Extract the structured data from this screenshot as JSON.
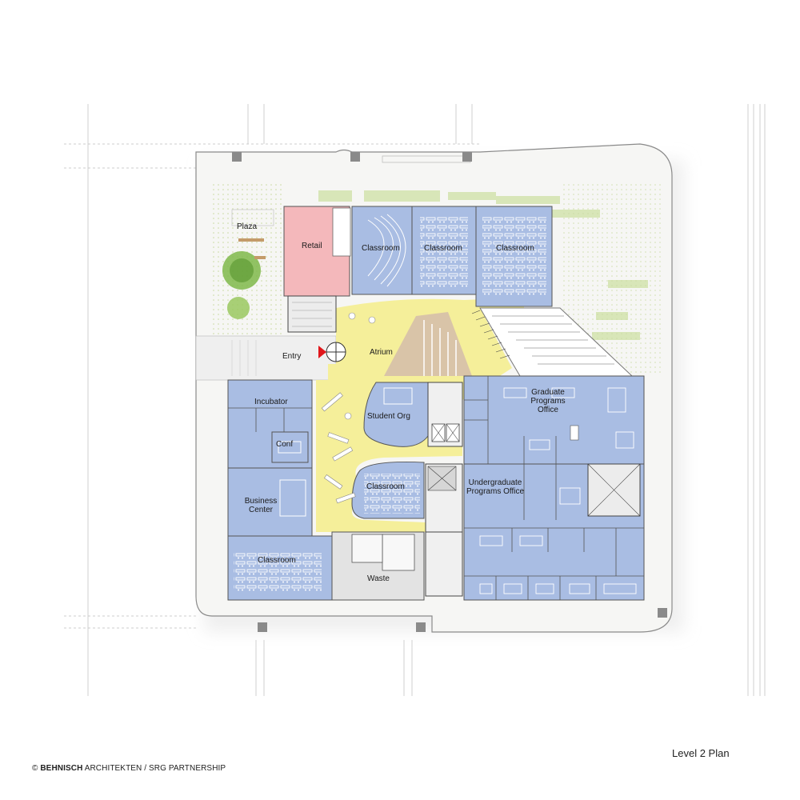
{
  "plan_title": "Level 2 Plan",
  "credit": {
    "symbol": "©",
    "firm_bold": "BEHNISCH",
    "rest": " ARCHITEKTEN / SRG PARTNERSHIP"
  },
  "rooms": {
    "plaza": "Plaza",
    "retail": "Retail",
    "classroom_north_1": "Classroom",
    "classroom_north_2": "Classroom",
    "classroom_north_3": "Classroom",
    "entry": "Entry",
    "atrium": "Atrium",
    "incubator": "Incubator",
    "conf": "Conf",
    "student_org": "Student Org",
    "graduate_programs": "Graduate Programs Office",
    "business_center": "Business Center",
    "classroom_center": "Classroom",
    "undergraduate_programs": "Undergraduate Programs Office",
    "classroom_southwest": "Classroom",
    "waste": "Waste"
  },
  "colors": {
    "classroom_blue": "#a9bde3",
    "atrium_yellow": "#f5ef9a",
    "retail_pink": "#f4b8bb",
    "service_grey": "#e3e3e3",
    "landscape_green": "#d8e6b8",
    "entry_marker_red": "#e0161b"
  }
}
